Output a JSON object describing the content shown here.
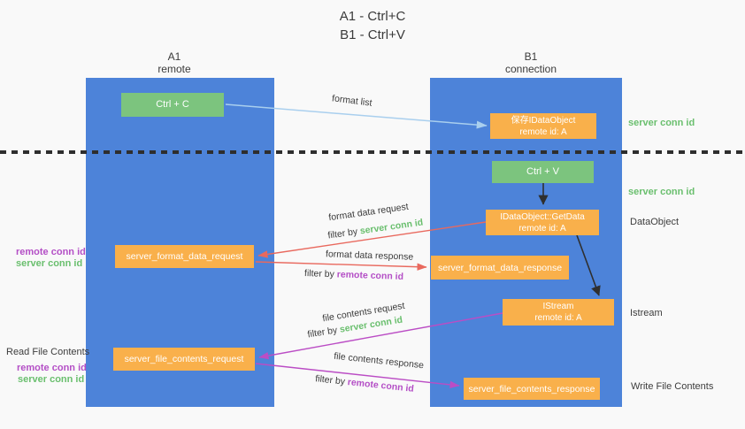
{
  "title": {
    "line1": "A1 - Ctrl+C",
    "line2": "B1 - Ctrl+V"
  },
  "columns": {
    "a": {
      "name": "A1",
      "role": "remote"
    },
    "b": {
      "name": "B1",
      "role": "connection"
    }
  },
  "nodes": {
    "ctrl_c": {
      "label": "Ctrl + C"
    },
    "save_dataobject": {
      "line1": "保存IDataObject",
      "line2": "remote id: A"
    },
    "ctrl_v": {
      "label": "Ctrl + V"
    },
    "getdata": {
      "line1": "IDataObject::GetData",
      "line2": "remote id: A"
    },
    "format_request": {
      "label": "server_format_data_request"
    },
    "format_response": {
      "label": "server_format_data_response"
    },
    "istream": {
      "line1": "IStream",
      "line2": "remote id: A"
    },
    "file_request": {
      "label": "server_file_contents_request"
    },
    "file_response": {
      "label": "server_file_contents_response"
    }
  },
  "arrows": {
    "format_list": {
      "label": "format list"
    },
    "format_data_request": {
      "label": "format data request",
      "filter_prefix": "filter by ",
      "filter_key": "server conn id"
    },
    "format_data_response": {
      "label": "format data response",
      "filter_prefix": "filter by ",
      "filter_key": "remote conn id"
    },
    "file_contents_request": {
      "label": "file contents request",
      "filter_prefix": "filter by ",
      "filter_key": "server conn id"
    },
    "file_contents_response": {
      "label": "file contents response",
      "filter_prefix": "filter by ",
      "filter_key": "remote conn id"
    }
  },
  "side_labels": {
    "server_conn_id_top": "server conn id",
    "server_conn_id_mid": "server conn id",
    "dataobject": "DataObject",
    "istream": "Istream",
    "write_file_contents": "Write File Contents",
    "read_file_contents": "Read File Contents",
    "remote_conn_id_upper": "remote conn id",
    "server_conn_id_upper": "server conn id",
    "remote_conn_id_lower": "remote conn id",
    "server_conn_id_lower": "server conn id"
  },
  "colors": {
    "background": "#f9f9f9",
    "column_blue": "#4d83d9",
    "box_green": "#7cc47e",
    "box_orange": "#f9b04b",
    "arrow_blue": "#a9cfee",
    "arrow_red": "#e9695e",
    "arrow_purple": "#bb4dc5",
    "arrow_black": "#2f2f2f",
    "text_green": "#6abf6e",
    "text_purple": "#b44fc6",
    "text_dark": "#3c3c3c"
  }
}
